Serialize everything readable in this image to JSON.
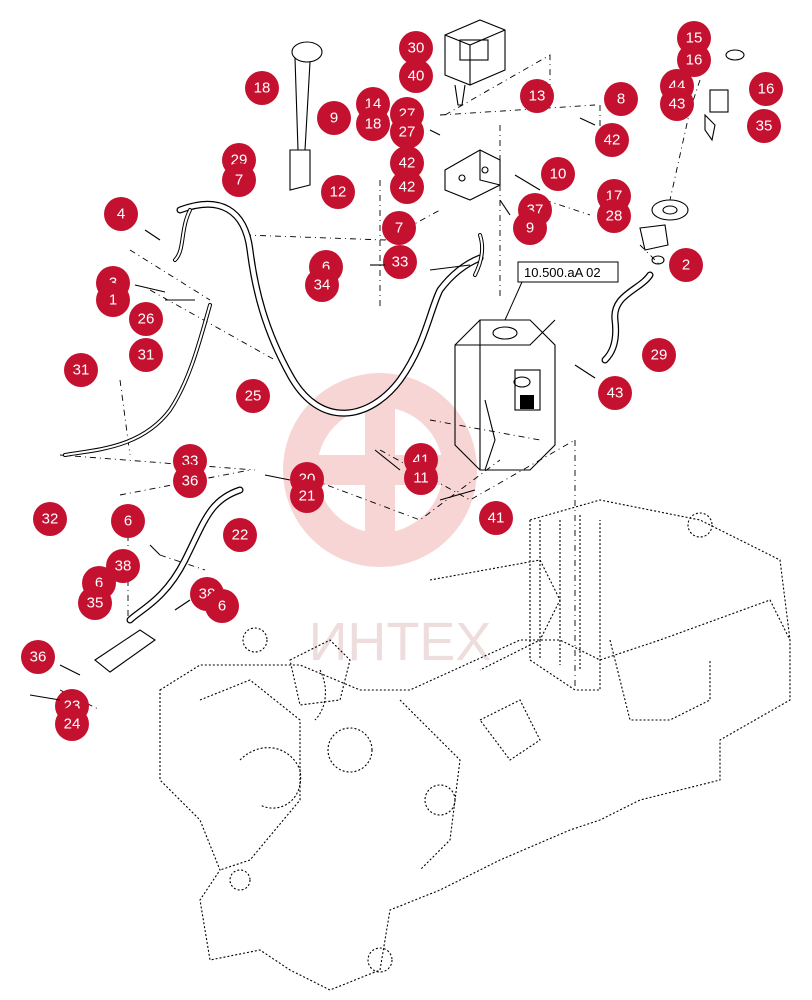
{
  "diagram": {
    "reference_label": "10.500.aA 02",
    "watermark_text": "ИНТЕХ",
    "watermark_color": "#f4b3b3",
    "callout_color": "#c4112f",
    "callouts": [
      {
        "label": "18"
      },
      {
        "label": "30"
      },
      {
        "label": "40"
      },
      {
        "label": "13"
      },
      {
        "label": "8"
      },
      {
        "label": "15"
      },
      {
        "label": "16"
      },
      {
        "label": "16"
      },
      {
        "label": "44"
      },
      {
        "label": "43"
      },
      {
        "label": "35"
      },
      {
        "label": "9"
      },
      {
        "label": "14"
      },
      {
        "label": "18"
      },
      {
        "label": "27"
      },
      {
        "label": "27"
      },
      {
        "label": "42"
      },
      {
        "label": "42"
      },
      {
        "label": "12"
      },
      {
        "label": "29"
      },
      {
        "label": "7"
      },
      {
        "label": "4"
      },
      {
        "label": "10"
      },
      {
        "label": "42"
      },
      {
        "label": "17"
      },
      {
        "label": "28"
      },
      {
        "label": "37"
      },
      {
        "label": "9"
      },
      {
        "label": "2"
      },
      {
        "label": "7"
      },
      {
        "label": "33"
      },
      {
        "label": "6"
      },
      {
        "label": "34"
      },
      {
        "label": "3"
      },
      {
        "label": "1"
      },
      {
        "label": "26"
      },
      {
        "label": "31"
      },
      {
        "label": "29"
      },
      {
        "label": "31"
      },
      {
        "label": "43"
      },
      {
        "label": "25"
      },
      {
        "label": "41"
      },
      {
        "label": "11"
      },
      {
        "label": "33"
      },
      {
        "label": "36"
      },
      {
        "label": "20"
      },
      {
        "label": "21"
      },
      {
        "label": "32"
      },
      {
        "label": "41"
      },
      {
        "label": "6"
      },
      {
        "label": "22"
      },
      {
        "label": "38"
      },
      {
        "label": "6"
      },
      {
        "label": "35"
      },
      {
        "label": "38"
      },
      {
        "label": "6"
      },
      {
        "label": "36"
      },
      {
        "label": "23"
      },
      {
        "label": "24"
      }
    ]
  }
}
